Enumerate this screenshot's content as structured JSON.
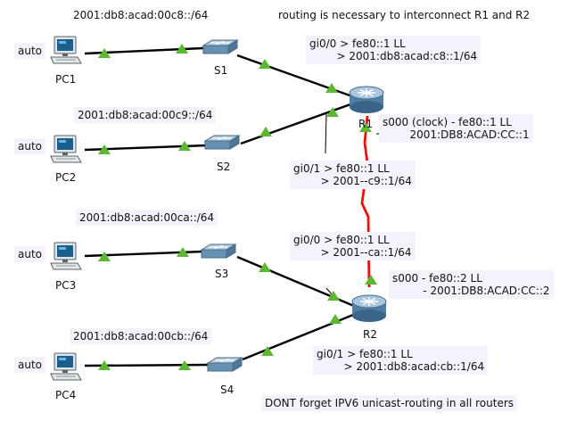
{
  "note_top": "routing is necessary to interconnect R1 and R2",
  "note_bottom": "DONT forget IPV6 unicast-routing in all routers",
  "pcs": [
    {
      "name": "PC1",
      "state": "auto",
      "net": "2001:db8:acad:00c8::/64"
    },
    {
      "name": "PC2",
      "state": "auto",
      "net": "2001:db8:acad:00c9::/64"
    },
    {
      "name": "PC3",
      "state": "auto",
      "net": "2001:db8:acad:00ca::/64"
    },
    {
      "name": "PC4",
      "state": "auto",
      "net": "2001:db8:acad:00cb::/64"
    }
  ],
  "switches": [
    "S1",
    "S2",
    "S3",
    "S4"
  ],
  "routers": [
    "R1",
    "R2"
  ],
  "interfaces": {
    "r1_gi00": "gi0/0 > fe80::1 LL\n        > 2001:db8:acad:c8::1/64",
    "r1_gi01": "gi0/1 > fe80::1 LL\n        > 2001--c9::1/64",
    "r1_s000": "s000 (clock) - fe80::1 LL\n        2001:DB8:ACAD:CC::1",
    "r2_gi00": "gi0/0 > fe80::1 LL\n        > 2001--ca::1/64",
    "r2_s000": "s000 - fe80::2 LL\n         - 2001:DB8:ACAD:CC::2",
    "r2_gi01": "gi0/1 > fe80::1 LL\n        > 2001:db8:acad:cb::1/64"
  },
  "colors": {
    "link": "#000000",
    "serial": "#e8140c",
    "port": "#5cb832",
    "label_bg": "#f3f4fb"
  },
  "icons": {
    "pc": "pc-icon",
    "switch": "switch-icon",
    "router": "router-icon"
  }
}
